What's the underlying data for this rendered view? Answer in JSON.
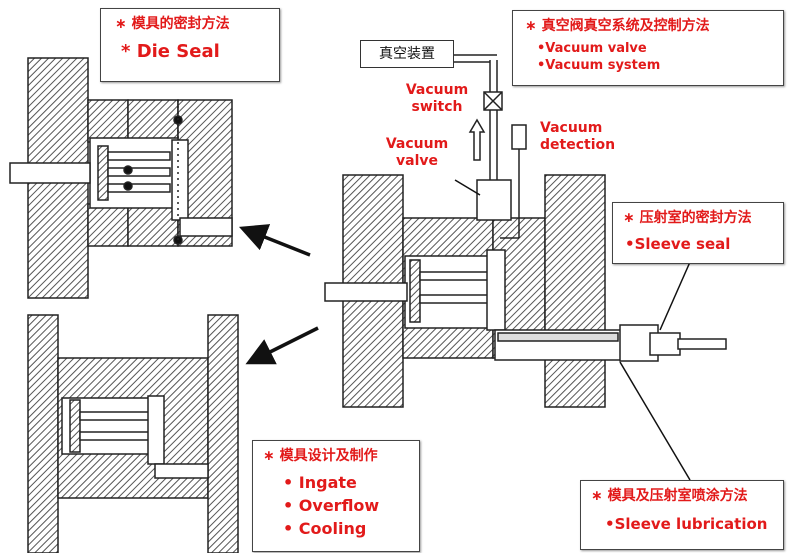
{
  "notes": {
    "die_seal": {
      "title": "模具的密封方法",
      "items": [
        "Die  Seal"
      ]
    },
    "vacuum": {
      "title": "真空阀真空系统及控制方法",
      "items": [
        "•Vacuum valve",
        "•Vacuum system"
      ]
    },
    "sleeve_seal": {
      "title": "压射室的密封方法",
      "items": [
        "•Sleeve seal"
      ]
    },
    "die_design": {
      "title": "模具设计及制作",
      "items": [
        "Ingate",
        "Overflow",
        "Cooling"
      ]
    },
    "lubrication": {
      "title": "模具及压射室喷涂方法",
      "items": [
        "•Sleeve lubrication"
      ]
    }
  },
  "labels": {
    "vacuum_device": "真空装置",
    "vacuum_switch": "Vacuum switch",
    "vacuum_valve": "Vacuum valve",
    "vacuum_detection": "Vacuum detection"
  },
  "colors": {
    "accent": "#e21a1a",
    "hatch": "#555555",
    "outline": "#222222"
  }
}
